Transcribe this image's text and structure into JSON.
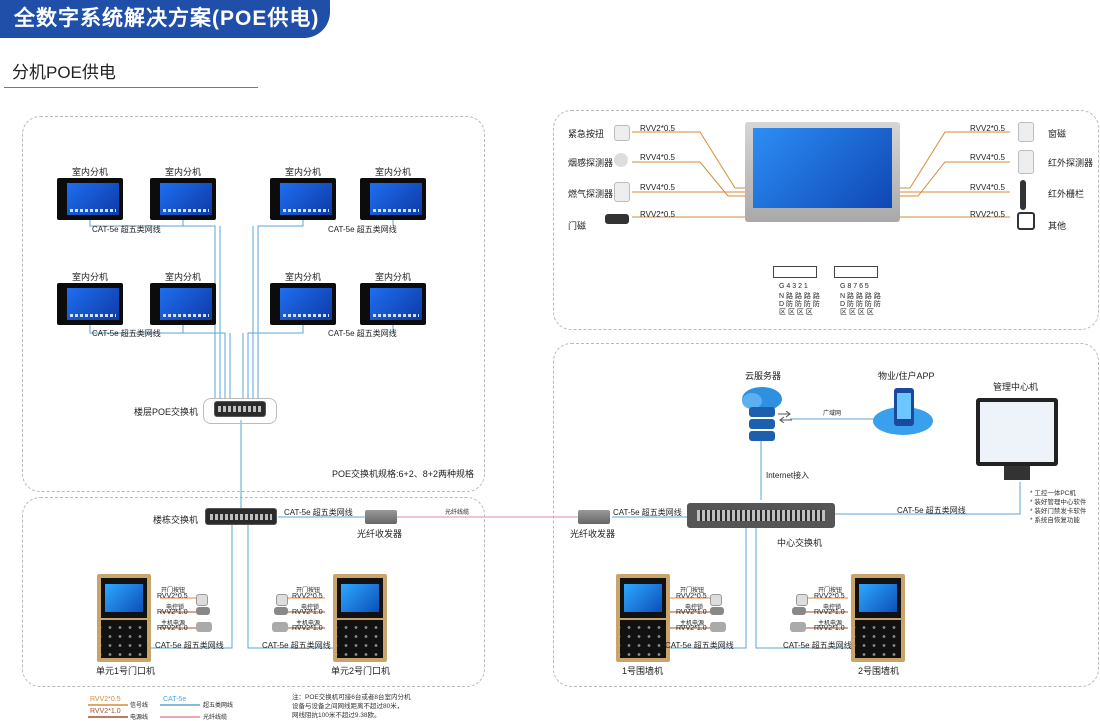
{
  "header": {
    "title": "全数字系统解决方案(POE供电)",
    "subtitle": "分机POE供电"
  },
  "indoor": {
    "unit_label": "室内分机",
    "cable_label": "CAT-5e  超五类网线",
    "floor_switch": "楼层POE交换机",
    "switch_spec": "POE交换机规格:6+2、8+2两种规格"
  },
  "monitor_panel": {
    "left_devices": [
      {
        "label": "紧急按扭",
        "wire": "RVV2*0.5"
      },
      {
        "label": "烟感探测器",
        "wire": "RVV4*0.5"
      },
      {
        "label": "燃气探测器",
        "wire": "RVV4*0.5"
      },
      {
        "label": "门磁",
        "wire": "RVV2*0.5"
      }
    ],
    "right_devices": [
      {
        "label": "窗磁",
        "wire": "RVV2*0.5"
      },
      {
        "label": "红外探测器",
        "wire": "RVV4*0.5"
      },
      {
        "label": "红外栅栏",
        "wire": "RVV4*0.5"
      },
      {
        "label": "其他",
        "wire": "RVV2*0.5"
      }
    ],
    "terminal_left": {
      "nums": "G  4  3  2  1",
      "row2": "N  路 路 路 路",
      "row3": "D  防 防 防 防",
      "row4": "    区 区 区 区"
    },
    "terminal_right": {
      "nums": "G  8  7  6  5",
      "row2": "N  路 路 路 路",
      "row3": "D  防 防 防 防",
      "row4": "    区 区 区 区"
    }
  },
  "network": {
    "cloud_server": "云服务器",
    "app": "物业/住户APP",
    "wan": "广域网",
    "internet": "Internet接入",
    "mgmt": "管理中心机",
    "mgmt_notes": [
      "* 工控一体PC机",
      "* 装好管理中心软件",
      "* 装好门禁发卡软件",
      "* 系统自恢复功能"
    ],
    "center_switch": "中心交换机",
    "cat5e": "CAT-5e  超五类网线",
    "fiber_line": "光纤线缆",
    "fiber_rx_left": "光纤收发器",
    "fiber_rx_right": "光纤收发器",
    "building_switch": "楼栋交换机"
  },
  "outdoor_units": [
    {
      "name": "单元1号门口机"
    },
    {
      "name": "单元2号门口机"
    },
    {
      "name": "1号围墙机"
    },
    {
      "name": "2号围墙机"
    }
  ],
  "door_accessories": {
    "open_btn": "开门按钮",
    "open_wire": "RVV2*0.5",
    "lock": "电控锁",
    "lock_wire": "RVV2*1.0",
    "power": "主机电源",
    "power_wire": "RVV2*1.0"
  },
  "legend": [
    {
      "text": "RVV2*0.5",
      "desc": "信号线",
      "color": "#d88a3a"
    },
    {
      "text": "CAT-5e",
      "desc": "超五类网线",
      "color": "#5aa6d8"
    },
    {
      "text": "RVV2*1.0",
      "desc": "电源线",
      "color": "#a0522d"
    },
    {
      "text": "",
      "desc": "光纤线缆",
      "color": "#e48aa0"
    }
  ],
  "footnote": [
    "注：POE交换机可接6台或者8台室内分机",
    "设备与设备之间网线距离不超过80米，",
    "网线阻抗100米不超过9.38欧。"
  ],
  "colors": {
    "brand": "#1f4fa8",
    "cat5e": "#5aa6d8",
    "signal": "#d88a3a",
    "fiber": "#e48aa0",
    "power": "#a0522d"
  }
}
